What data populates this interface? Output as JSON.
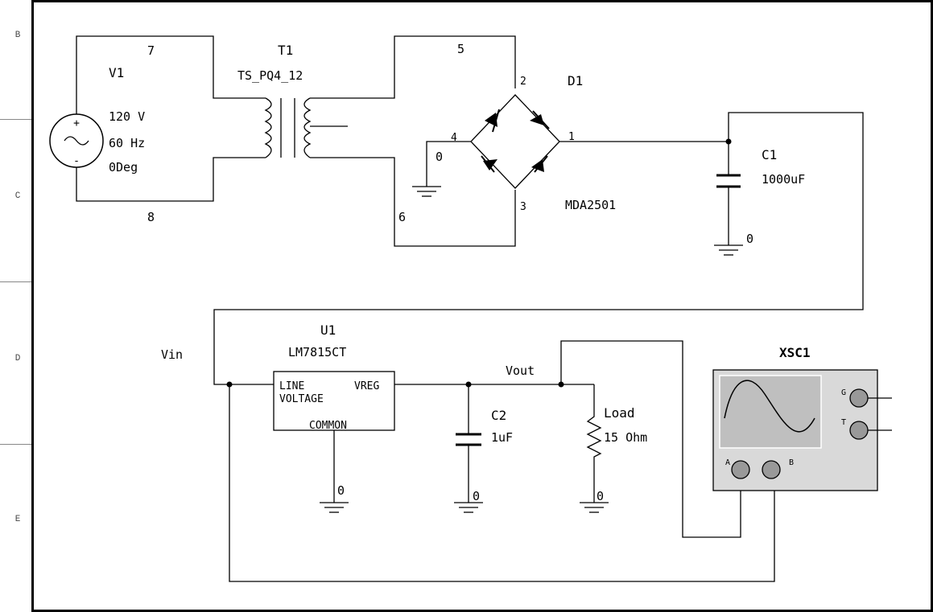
{
  "border": {
    "rows": [
      "B",
      "C",
      "D",
      "E"
    ]
  },
  "source_v1": {
    "ref": "V1",
    "voltage": "120 V",
    "frequency": "60 Hz",
    "phase": "0Deg",
    "plus_sign": "+",
    "minus_sign": "-"
  },
  "transformer_t1": {
    "ref": "T1",
    "model": "TS_PQ4_12"
  },
  "bridge_d1": {
    "ref": "D1",
    "model": "MDA2501"
  },
  "cap_c1": {
    "ref": "C1",
    "value": "1000uF"
  },
  "regulator_u1": {
    "ref": "U1",
    "model": "LM7815CT",
    "pin_line": "LINE",
    "pin_voltage": "VOLTAGE",
    "pin_vreg": "VREG",
    "pin_common": "COMMON"
  },
  "cap_c2": {
    "ref": "C2",
    "value": "1uF"
  },
  "load": {
    "ref": "Load",
    "value": "15 Ohm"
  },
  "oscilloscope": {
    "ref": "XSC1",
    "terminal_g": "G",
    "terminal_t": "T",
    "terminal_a": "A",
    "terminal_b": "B"
  },
  "nets": {
    "n7": "7",
    "n8": "8",
    "n5": "5",
    "n6": "6",
    "n2": "2",
    "n4": "4",
    "n1": "1",
    "n3": "3",
    "n0_bridge": "0",
    "n0_c1": "0",
    "n0_u1": "0",
    "n0_c2": "0",
    "n0_load": "0",
    "vin": "Vin",
    "vout": "Vout"
  }
}
